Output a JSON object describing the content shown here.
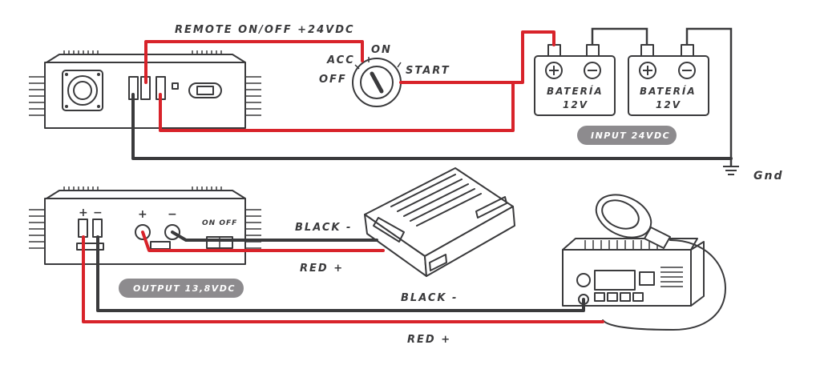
{
  "labels": {
    "remote": "REMOTE ON/OFF +24VDC",
    "acc": "ACC",
    "on": "ON",
    "off": "OFF",
    "start": "START",
    "battery1_line1": "BATERÍA",
    "battery1_line2": "12V",
    "battery2_line1": "BATERÍA",
    "battery2_line2": "12V",
    "input": "INPUT 24VDC",
    "gnd": "Gnd",
    "plus_sign": "+",
    "minus_sign": "−",
    "out_plus": "+",
    "out_minus": "−",
    "on_off": "ON   OFF",
    "black1": "BLACK -",
    "red1": "RED +",
    "black2": "BLACK -",
    "red2": "RED +",
    "output": "OUTPUT 13,8VDC"
  },
  "colors": {
    "red_wire": "#d8232a",
    "black_wire": "#3a3a3c",
    "pill": "#8d8b8e"
  }
}
